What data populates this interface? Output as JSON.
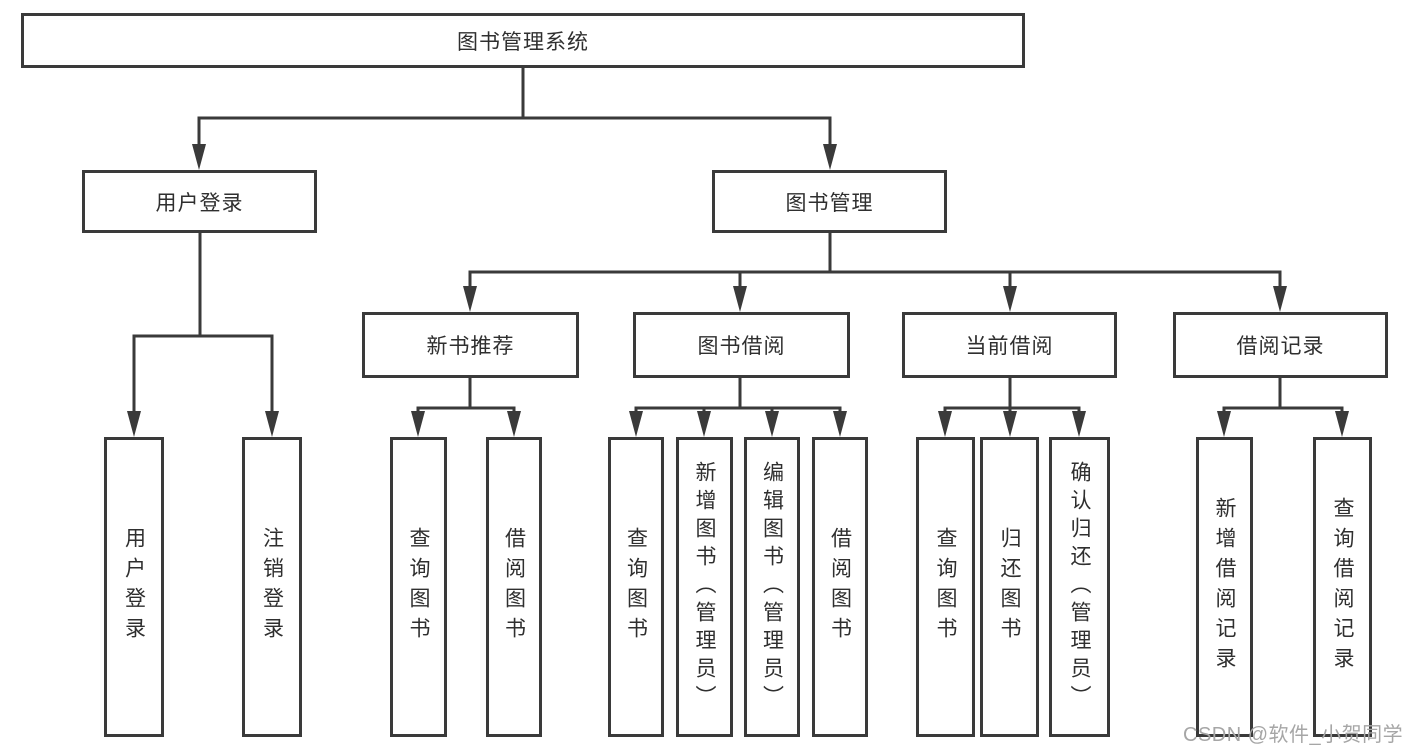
{
  "diagram": {
    "title": "图书管理系统",
    "root": {
      "label": "图书管理系统"
    },
    "level2": {
      "user_login": {
        "label": "用户登录"
      },
      "book_management": {
        "label": "图书管理"
      }
    },
    "level3": {
      "new_book_recommend": {
        "label": "新书推荐"
      },
      "book_borrow": {
        "label": "图书借阅"
      },
      "current_borrow": {
        "label": "当前借阅"
      },
      "borrow_records": {
        "label": "借阅记录"
      }
    },
    "leaves": [
      {
        "label": "用户登录"
      },
      {
        "label": "注销登录"
      },
      {
        "label": "查询图书"
      },
      {
        "label": "借阅图书"
      },
      {
        "label": "查询图书"
      },
      {
        "label": "新增图书（管理员）"
      },
      {
        "label": "编辑图书（管理员）"
      },
      {
        "label": "借阅图书"
      },
      {
        "label": "查询图书"
      },
      {
        "label": "归还图书"
      },
      {
        "label": "确认归还（管理员）"
      },
      {
        "label": "新增借阅记录"
      },
      {
        "label": "查询借阅记录"
      }
    ]
  },
  "watermark": {
    "text": "CSDN @软件_小贺同学"
  },
  "colors": {
    "line": "#3a3a3a",
    "box_border": "#3a3a3a",
    "box_fill": "#ffffff",
    "text": "#2f2f2f",
    "watermark": "#a6a6a6"
  }
}
